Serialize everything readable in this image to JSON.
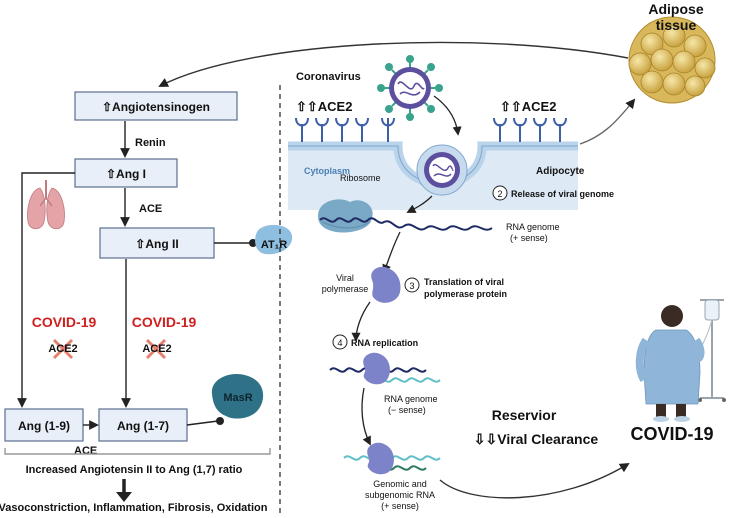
{
  "left_panel": {
    "boxes": {
      "angiotensinogen": "⇧Angiotensinogen",
      "ang1": "⇧Ang I",
      "ang2": "⇧Ang II",
      "ang19": "Ang (1-9)",
      "ang17": "Ang (1-7)"
    },
    "enzymes": {
      "renin": "Renin",
      "ace_top": "ACE",
      "ace_bottom": "ACE",
      "ace2_left": "ACE2",
      "ace2_right": "ACE2"
    },
    "receptors": {
      "at1r": "AT₁R",
      "masr": "MasR"
    },
    "covid_left": "COVID-19",
    "covid_right": "COVID-19",
    "ratio_text": "Increased Angiotensin II to Ang (1,7)  ratio",
    "outcome_text": "Vasoconstriction, Inflammation, Fibrosis, Oxidation"
  },
  "right_panel": {
    "adipose_title_1": "Adipose",
    "adipose_title_2": "tissue",
    "coronavirus": "Coronavirus",
    "ace2_left": "⇧⇧ACE2",
    "ace2_right": "⇧⇧ACE2",
    "cytoplasm": "Cytoplasm",
    "adipocyte": "Adipocyte",
    "ribosome": "Ribosome",
    "step2_num": "2",
    "step2_text": "Release of viral genome",
    "rna_genome_pos_1": "RNA genome",
    "rna_genome_pos_2": "(+ sense)",
    "viral_polymerase_1": "Viral",
    "viral_polymerase_2": "polymerase",
    "step3_num": "3",
    "step3_text_1": "Translation of viral",
    "step3_text_2": "polymerase protein",
    "step4_num": "4",
    "step4_text": "RNA replication",
    "rna_genome_neg_1": "RNA genome",
    "rna_genome_neg_2": "(− sense)",
    "reservoir": "Reservior",
    "viral_clearance": "⇩⇩Viral Clearance",
    "genomic_1": "Genomic and",
    "genomic_2": "subgenomic RNA",
    "genomic_3": "(+ sense)",
    "covid19": "COVID-19"
  },
  "colors": {
    "box_fill": "#e9eff8",
    "box_stroke": "#5b6f8f",
    "covid_red": "#d11f1f",
    "cross_red": "#e5806f",
    "receptor_blue": "#5b86c5",
    "masr_teal": "#2f7186",
    "at1r_blue": "#8fbfe0",
    "membrane_blue": "#b9d3ea",
    "virus_purple": "#5b4f9e",
    "spike_green": "#3aa38d",
    "ribosome_blue": "#7aa9c6",
    "polymerase_purple": "#7d83c9",
    "rna_navy": "#1d2a64",
    "rna_teal": "#5fc0c7",
    "fat_yellow": "#e3c36a"
  }
}
